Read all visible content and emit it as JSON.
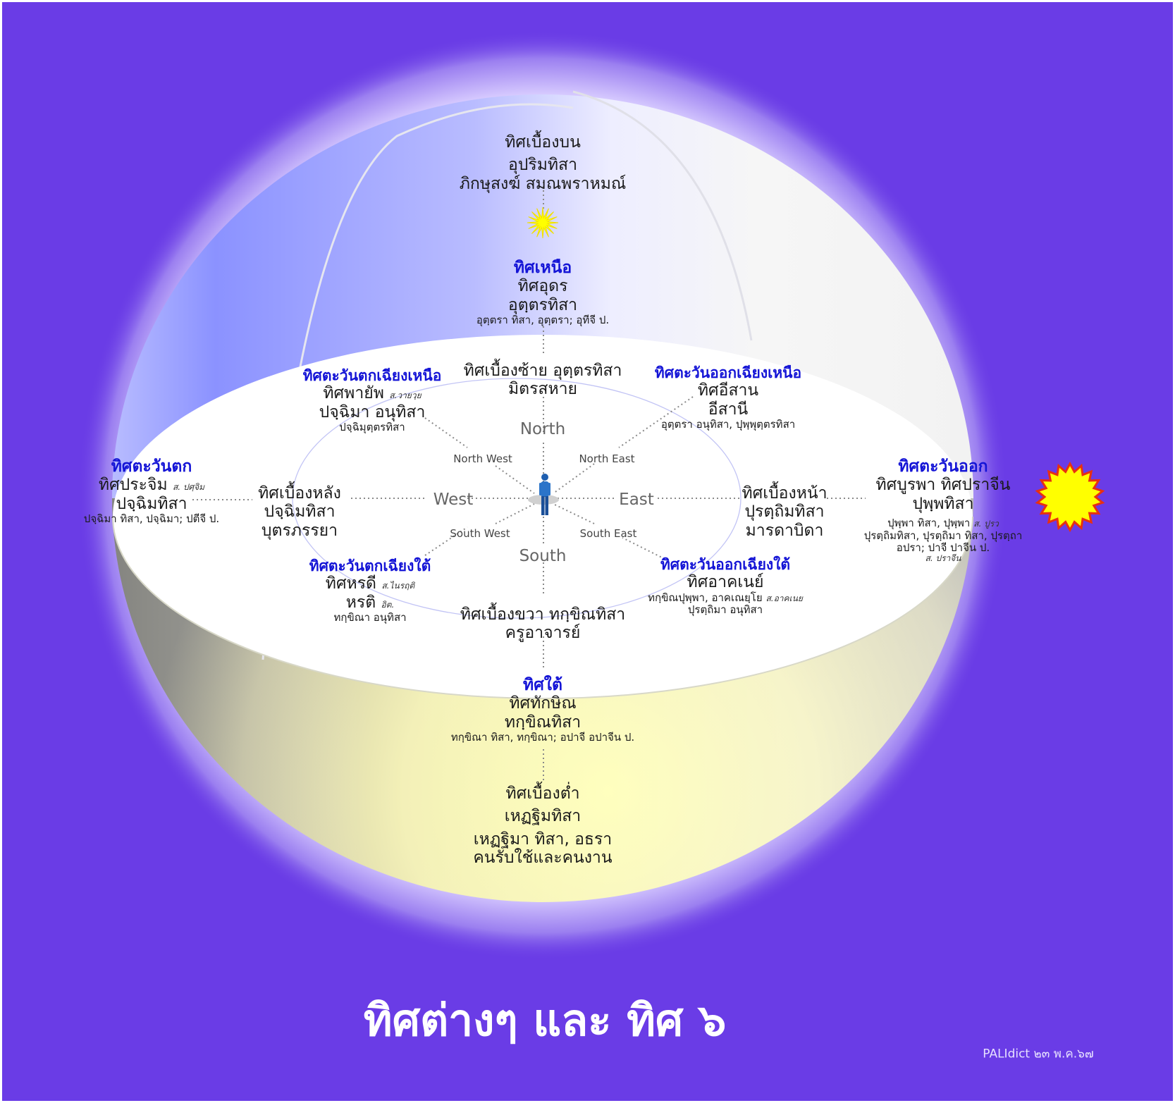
{
  "title": "ทิศต่างๆ และ ทิศ ๖",
  "credit": "PALIdict ๒๓ พ.ค.๖๗",
  "compass": {
    "north": "North",
    "south": "South",
    "east": "East",
    "west": "West",
    "north_west": "North West",
    "north_east": "North East",
    "south_west": "South West",
    "south_east": "South East"
  },
  "zenith": {
    "lines": [
      "ทิศเบื้องบน",
      "อุปริมทิสา",
      "ภิกษุสงฆ์ สมณพราหมณ์"
    ]
  },
  "nadir": {
    "lines": [
      "ทิศเบื้องต่ำ",
      "เหฏฐิมทิสา",
      "เหฏฐิมา ทิสา, อธรา",
      "คนรับใช้และคนงาน"
    ]
  },
  "north": {
    "heading": "ทิศเหนือ",
    "line1": "ทิศอุดร",
    "line2": "อุตฺตรทิสา",
    "small": "อุตฺตรา ทิสา, อุตฺตรา; อุทีจี ป."
  },
  "south": {
    "heading": "ทิศใต้",
    "line1": "ทิศทักษิณ",
    "line2": "ทกฺขิณทิสา",
    "small": "ทกฺขิณา ทิสา, ทกฺขิณา; อปาจี อปาจีน ป."
  },
  "west": {
    "heading": "ทิศตะวันตก",
    "line1": "ทิศประจิม",
    "note1": "ส. ปศฺจิม",
    "line2": "ปจฺฉิมทิสา",
    "small": "ปจฺฉิมา ทิสา, ปจฺฉิมา; ปตีจี ป."
  },
  "east": {
    "heading": "ทิศตะวันออก",
    "line1": "ทิศบูรพา ทิศปราจีน",
    "line2": "ปุพฺพทิสา",
    "small1": "ปุพฺพา ทิสา, ปุพฺพา",
    "note1": "ส. ปูรว",
    "small2": "ปุรตฺถิมทิสา, ปุรตฺถิมา ทิสา, ปุรตฺถา",
    "small3": "อปรา; ปาจี ปาจีน ป.",
    "note2": "ส. ปราจีน"
  },
  "northwest": {
    "heading": "ทิศตะวันตกเฉียงเหนือ",
    "line1": "ทิศพายัพ",
    "note1": "ส.วายวฺย",
    "line2": "ปจฺฉิมา อนุทิสา",
    "small": "ปจฺฉิมุตฺตรทิสา"
  },
  "northeast": {
    "heading": "ทิศตะวันออกเฉียงเหนือ",
    "line1": "ทิศอีสาน",
    "line2": "อีสานี",
    "small": "อุตฺตรา อนุทิสา, ปุพฺพุตฺตรทิสา"
  },
  "southwest": {
    "heading": "ทิศตะวันตกเฉียงใต้",
    "line1": "ทิศหรดี",
    "note1": "ส.ไนรฤติ",
    "line2": "หรติ",
    "note2": "อิต.",
    "small": "ทกฺขิณา อนุทิสา"
  },
  "southeast": {
    "heading": "ทิศตะวันออกเฉียงใต้",
    "line1": "ทิศอาคเนย์",
    "small1": "ทกฺขิณปุพฺพา, อาคเณยฺโย",
    "note1": "ส.อาคเนย",
    "small2": "ปุรตฺถิมา อนุทิสา"
  },
  "six_directions": {
    "front": [
      "ทิศเบื้องหน้า",
      "ปุรตฺถิมทิสา",
      "มารดาบิดา"
    ],
    "back": [
      "ทิศเบื้องหลัง",
      "ปจฺฉิมทิสา",
      "บุตรภรรยา"
    ],
    "left": [
      "ทิศเบื้องซ้าย อุตฺตรทิสา",
      "มิตรสหาย"
    ],
    "right": [
      "ทิศเบื้องขวา ทกฺขิณทิสา",
      "ครูอาจารย์"
    ]
  },
  "colors": {
    "background": "#6a3ce6",
    "heading": "#1414d6",
    "sun_fill": "#ffff00",
    "sun_outline": "#e83010",
    "upper_sphere": "#8f95ff",
    "lower_sphere": "#fffcb0"
  },
  "icons": [
    "zenith-star-icon",
    "sun-icon",
    "person-icon"
  ]
}
